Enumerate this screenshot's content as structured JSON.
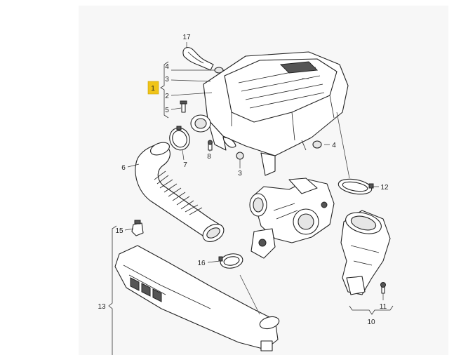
{
  "callouts": {
    "c1": "1",
    "c2": "2",
    "c3a": "3",
    "c3b": "3",
    "c4a": "4",
    "c4b": "4",
    "c5": "5",
    "c6": "6",
    "c7": "7",
    "c8": "8",
    "c10": "10",
    "c11": "11",
    "c12": "12",
    "c13": "13",
    "c15": "15",
    "c16": "16",
    "c17": "17"
  },
  "colors": {
    "highlight": "#f0c419",
    "panel": "#f7f7f7",
    "line": "#222222"
  }
}
